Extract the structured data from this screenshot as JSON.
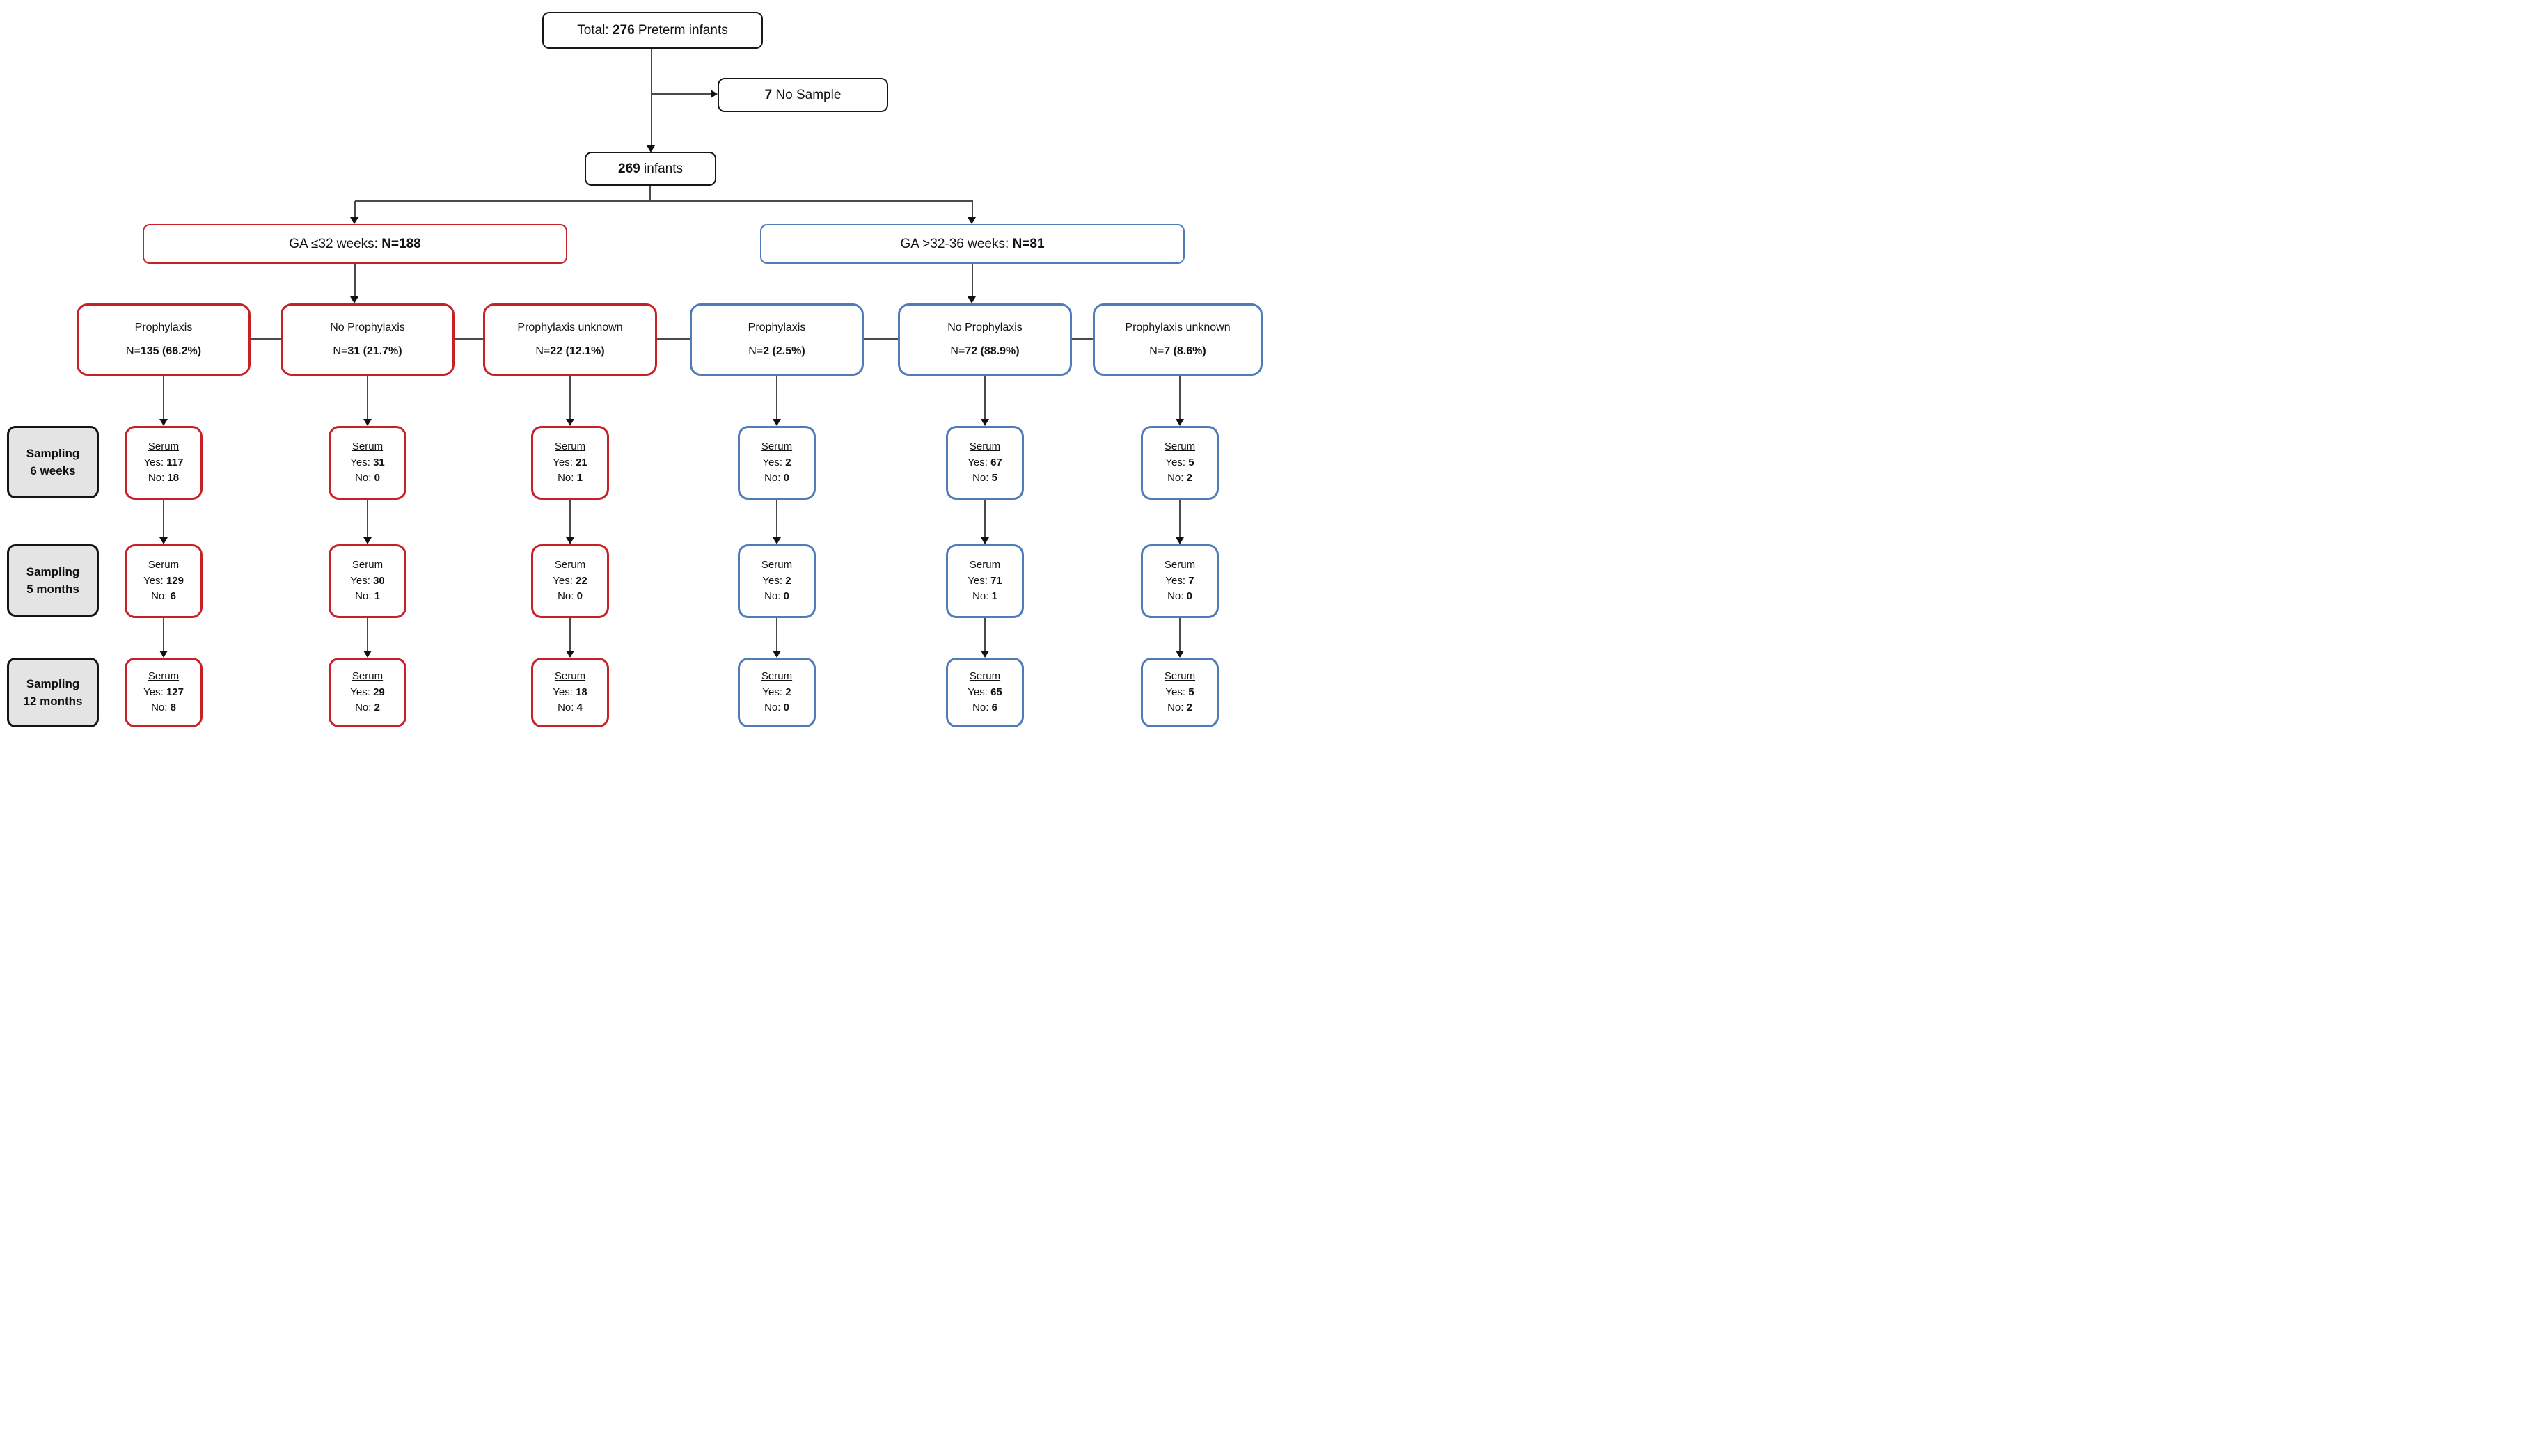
{
  "flowchart": {
    "total": {
      "prefix": "Total: ",
      "count": "276",
      "suffix": " Preterm infants"
    },
    "no_sample": {
      "count": "7",
      "suffix": " No Sample"
    },
    "included": {
      "count": "269",
      "suffix": " infants"
    },
    "labels": {
      "serum": "Serum",
      "yes": "Yes:",
      "no": "No:",
      "n_prefix": "N="
    },
    "sampling_rows": [
      {
        "line1": "Sampling",
        "line2": "6 weeks"
      },
      {
        "line1": "Sampling",
        "line2": "5 months"
      },
      {
        "line1": "Sampling",
        "line2": "12 months"
      }
    ],
    "colors": {
      "group1_accent": "#c62127",
      "group2_accent": "#4f7cb8",
      "sampling_fill": "#e4e4e4"
    },
    "groups": [
      {
        "ga": {
          "prefix": "GA ≤32 weeks: ",
          "n": "N=188"
        },
        "branches": [
          {
            "title": "Prophylaxis",
            "n": "135",
            "pct": "(66.2%)",
            "samples": [
              {
                "yes": "117",
                "no": "18"
              },
              {
                "yes": "129",
                "no": "6"
              },
              {
                "yes": "127",
                "no": "8"
              }
            ]
          },
          {
            "title": "No Prophylaxis",
            "n": "31",
            "pct": "(21.7%)",
            "samples": [
              {
                "yes": "31",
                "no": "0"
              },
              {
                "yes": "30",
                "no": "1"
              },
              {
                "yes": "29",
                "no": "2"
              }
            ]
          },
          {
            "title": "Prophylaxis unknown",
            "n": "22",
            "pct": "(12.1%)",
            "samples": [
              {
                "yes": "21",
                "no": "1"
              },
              {
                "yes": "22",
                "no": "0"
              },
              {
                "yes": "18",
                "no": "4"
              }
            ]
          }
        ]
      },
      {
        "ga": {
          "prefix": "GA >32-36 weeks: ",
          "n": "N=81"
        },
        "branches": [
          {
            "title": "Prophylaxis",
            "n": "2",
            "pct": "(2.5%)",
            "samples": [
              {
                "yes": "2",
                "no": "0"
              },
              {
                "yes": "2",
                "no": "0"
              },
              {
                "yes": "2",
                "no": "0"
              }
            ]
          },
          {
            "title": "No Prophylaxis",
            "n": "72",
            "pct": "(88.9%)",
            "samples": [
              {
                "yes": "67",
                "no": "5"
              },
              {
                "yes": "71",
                "no": "1"
              },
              {
                "yes": "65",
                "no": "6"
              }
            ]
          },
          {
            "title": "Prophylaxis unknown",
            "n": "7",
            "pct": "(8.6%)",
            "samples": [
              {
                "yes": "5",
                "no": "2"
              },
              {
                "yes": "7",
                "no": "0"
              },
              {
                "yes": "5",
                "no": "2"
              }
            ]
          }
        ]
      }
    ]
  }
}
